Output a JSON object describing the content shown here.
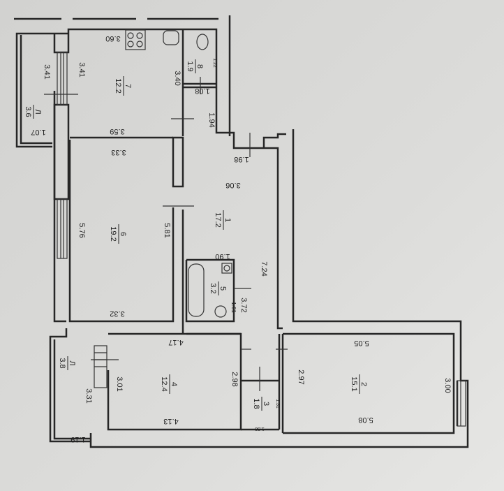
{
  "plan": {
    "rooms": [
      {
        "num": "1",
        "area": "17.2"
      },
      {
        "num": "2",
        "area": "15.1"
      },
      {
        "num": "3",
        "area": "1.8"
      },
      {
        "num": "4",
        "area": "12.4"
      },
      {
        "num": "5",
        "area": "3.2"
      },
      {
        "num": "6",
        "area": "19.2"
      },
      {
        "num": "7",
        "area": "12.2"
      },
      {
        "num": "8",
        "area": "1.9"
      },
      {
        "num": "Л",
        "area": "3.6"
      },
      {
        "num": "Л",
        "area": "3.8"
      }
    ],
    "dims": {
      "kitchen_top": "3.60",
      "kitchen_left": "3.41",
      "balcony_len": "3.41",
      "balcony_w": "1.07",
      "kitchen_right": "3.40",
      "kitchen_bottom": "3.59",
      "wc_h": "1.08",
      "wc_w": "1.22",
      "corr_194": "1.94",
      "hall_198": "1.98",
      "hall_306": "3.06",
      "r6_top": "3.33",
      "r6_left": "5.76",
      "r6_right": "5.81",
      "r6_bottom": "3.32",
      "bath_top": "1.90",
      "bath_right": "3.72",
      "bath_small": "1.61",
      "hall_len": "7.24",
      "r4_top": "4.17",
      "r4_left": "3.01",
      "r4_right": "2.98",
      "r4_bottom": "4.13",
      "loggia_len": "3.31",
      "loggia_w": "1.19",
      "st_w": "1.38",
      "st_h": "1.31",
      "r2_top": "5.05",
      "r2_left": "2.97",
      "r2_right": "3.00",
      "r2_bottom": "5.08"
    }
  }
}
